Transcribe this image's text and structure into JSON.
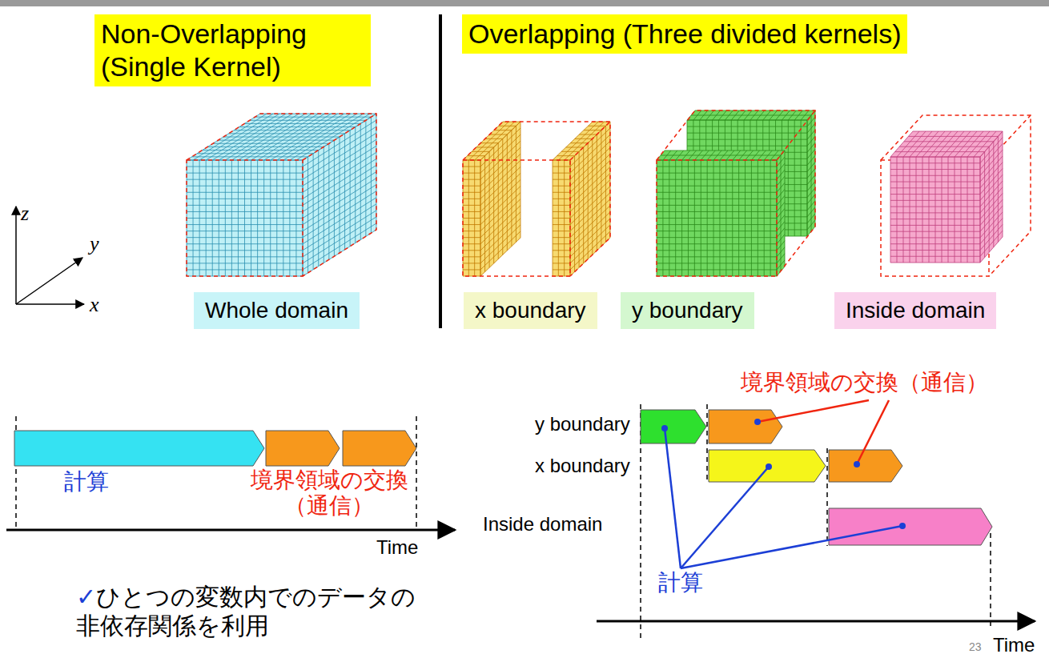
{
  "diagram": {
    "nodes": [
      {
        "text": [
          "Non-Overlapping (Single Kernel)"
        ]
      },
      {
        "text": [
          "Overlapping (Three divided kernels)"
        ]
      },
      {
        "text": [
          "Whole domain"
        ]
      },
      {
        "text": [
          "x boundary"
        ]
      },
      {
        "text": [
          "y boundary"
        ]
      },
      {
        "text": [
          "Inside domain"
        ]
      }
    ],
    "labels": [
      "z",
      "y",
      "x",
      "計算",
      "境界領域の交換 （通信）",
      "Time",
      "y boundary",
      "x boundary",
      "Inside domain",
      "境界領域の交換（通信）",
      "計算",
      "Time",
      "23",
      "✓",
      "ひとつの変数内でのデータの 非依存関係を利用"
    ]
  }
}
